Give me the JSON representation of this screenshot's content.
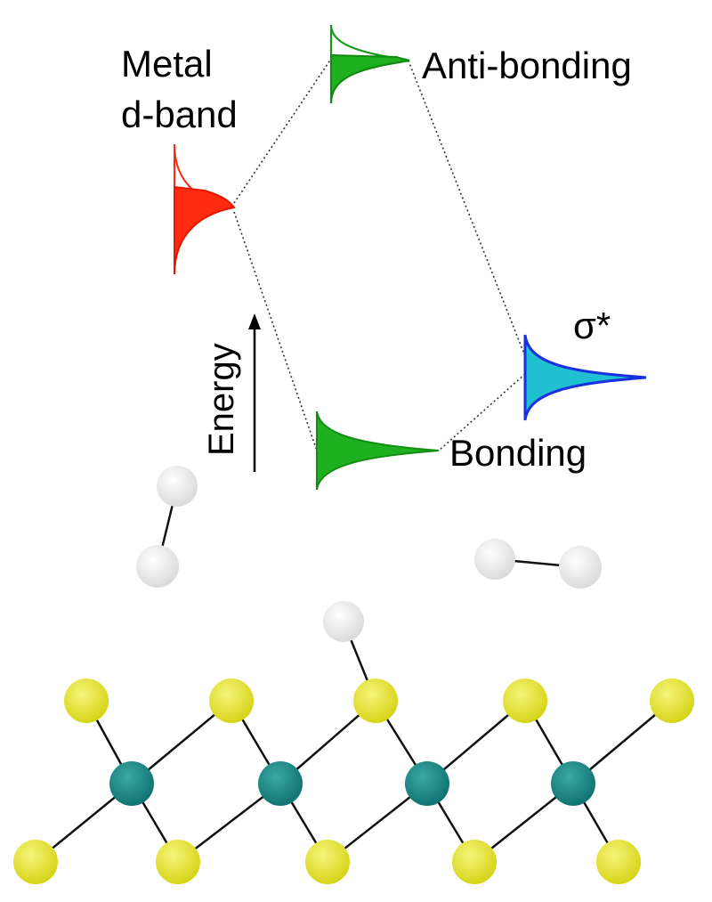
{
  "labels": {
    "metal_line1": "Metal",
    "metal_line2": "d-band",
    "antibonding": "Anti-bonding",
    "bonding": "Bonding",
    "sigma_star": "σ*",
    "energy_axis": "Energy"
  },
  "colors": {
    "metal_d_band": "#ff2a10",
    "antibonding": "#1fb01f",
    "bonding": "#1fb01f",
    "sigma_star_fill": "#1fc0d0",
    "sigma_star_outline": "#1a2fe0",
    "hydrogen_atom": "#e6e6e6",
    "sulfur_atom": "#e8e619",
    "metal_atom": "#1a8a88",
    "bond_line": "#111111"
  }
}
